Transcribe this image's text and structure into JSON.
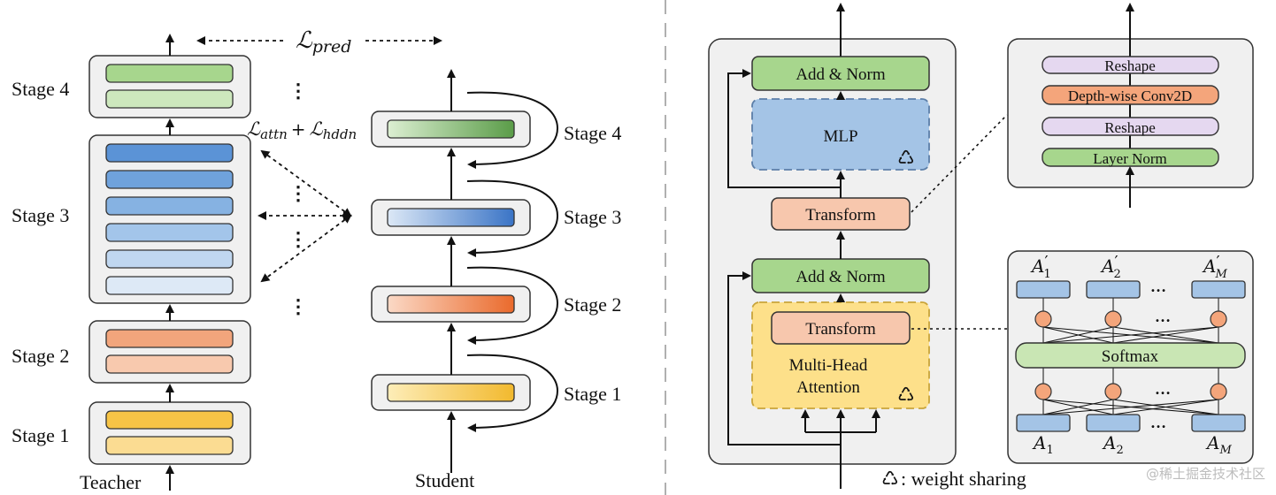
{
  "teacher": {
    "title": "Teacher",
    "stages": [
      "Stage 1",
      "Stage 2",
      "Stage 3",
      "Stage 4"
    ],
    "dots": "⋮"
  },
  "student": {
    "title": "Student",
    "stages": [
      "Stage 1",
      "Stage 2",
      "Stage 3",
      "Stage 4"
    ]
  },
  "losses": {
    "pred_main": "ℒ",
    "pred_sub": "pred",
    "attn_main": "ℒ",
    "attn_sub": "attn",
    "plus": "+",
    "hddn_main": "ℒ",
    "hddn_sub": "hddn"
  },
  "block": {
    "add_norm_top": "Add & Norm",
    "mlp": "MLP",
    "transform_mid": "Transform",
    "add_norm_bottom": "Add & Norm",
    "transform_inner": "Transform",
    "mha_line1": "Multi-Head",
    "mha_line2": "Attention"
  },
  "transform_detail": {
    "reshape_top": "Reshape",
    "dwconv": "Depth-wise Conv2D",
    "reshape_bottom": "Reshape",
    "layer_norm": "Layer Norm"
  },
  "attention_detail": {
    "softmax": "Softmax",
    "a_symbol": "A",
    "top_labels": [
      {
        "sub": "1",
        "prime": "′"
      },
      {
        "sub": "2",
        "prime": "′"
      },
      {
        "sub": "M",
        "prime": "′"
      }
    ],
    "bottom_labels": [
      {
        "sub": "1"
      },
      {
        "sub": "2"
      },
      {
        "sub": "M"
      }
    ],
    "ellipsis": "…"
  },
  "legend": {
    "symbol": "♺",
    "text": ": weight sharing"
  },
  "watermark": "@稀土掘金技术社区",
  "colors": {
    "yellow": "#f6c244",
    "orange": "#ef8a55",
    "blue": "#4d8bd6",
    "green": "#6aaa5a",
    "addnorm": "#a7d68d",
    "mlp": "#a4c4e6",
    "transform": "#f7c7ad",
    "mha": "#fde08a",
    "purple": "#e5d8f0",
    "softmax": "#c9e6b4"
  }
}
